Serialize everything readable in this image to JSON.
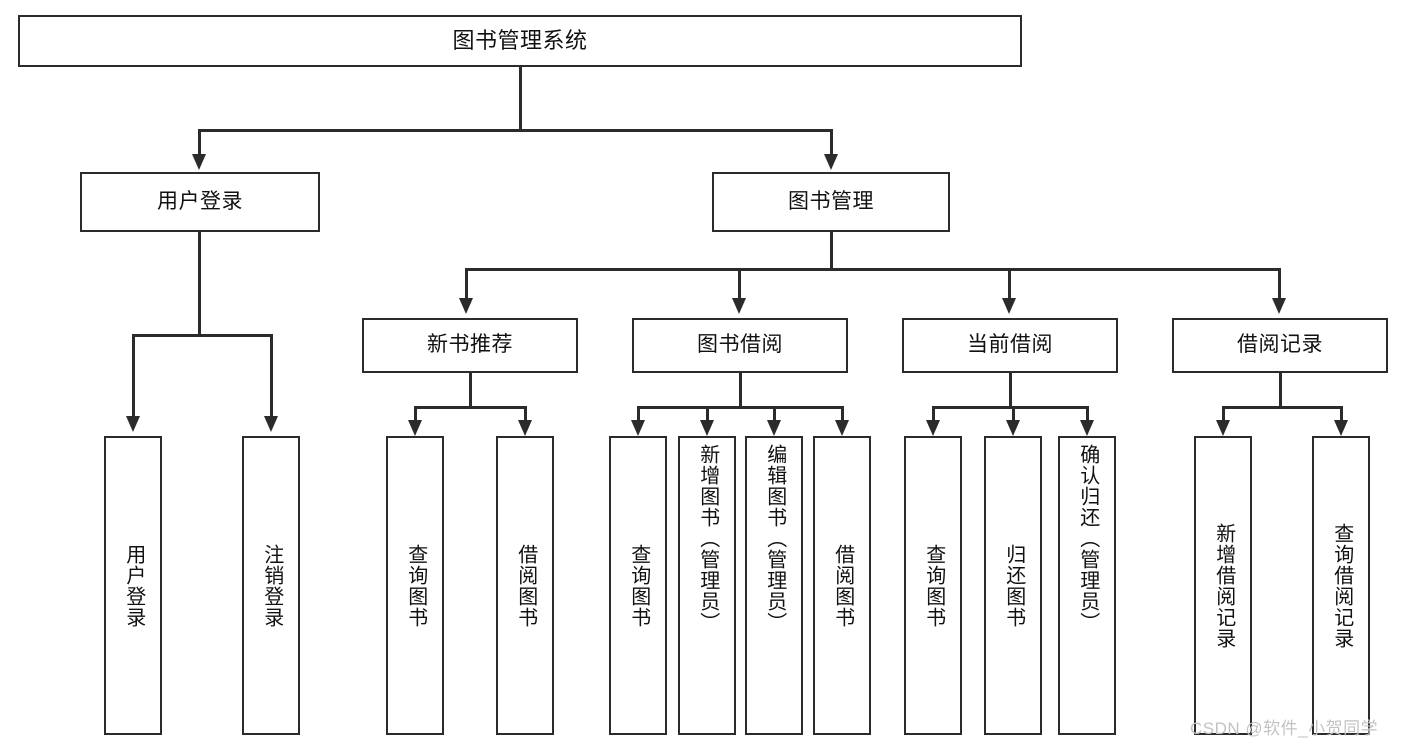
{
  "diagram": {
    "title": "图书管理系统",
    "root": {
      "label": "图书管理系统"
    },
    "level2": [
      {
        "label": "用户登录"
      },
      {
        "label": "图书管理"
      }
    ],
    "level3": [
      {
        "label": "新书推荐"
      },
      {
        "label": "图书借阅"
      },
      {
        "label": "当前借阅"
      },
      {
        "label": "借阅记录"
      }
    ],
    "leaves": {
      "user_login": [
        {
          "label": "用户登录"
        },
        {
          "label": "注销登录"
        }
      ],
      "new_book_recommend": [
        {
          "label": "查询图书"
        },
        {
          "label": "借阅图书"
        }
      ],
      "book_borrow": [
        {
          "label": "查询图书"
        },
        {
          "label": "新增图书（管理员）"
        },
        {
          "label": "编辑图书（管理员）"
        },
        {
          "label": "借阅图书"
        }
      ],
      "current_borrow": [
        {
          "label": "查询图书"
        },
        {
          "label": "归还图书"
        },
        {
          "label": "确认归还（管理员）"
        }
      ],
      "borrow_record": [
        {
          "label": "新增借阅记录"
        },
        {
          "label": "查询借阅记录"
        }
      ]
    }
  },
  "watermark": {
    "text": "CSDN @软件_小贺同学"
  },
  "colors": {
    "stroke": "#2b2b2b",
    "background": "#ffffff",
    "text": "#111111",
    "watermark": "#c3c3c3"
  }
}
